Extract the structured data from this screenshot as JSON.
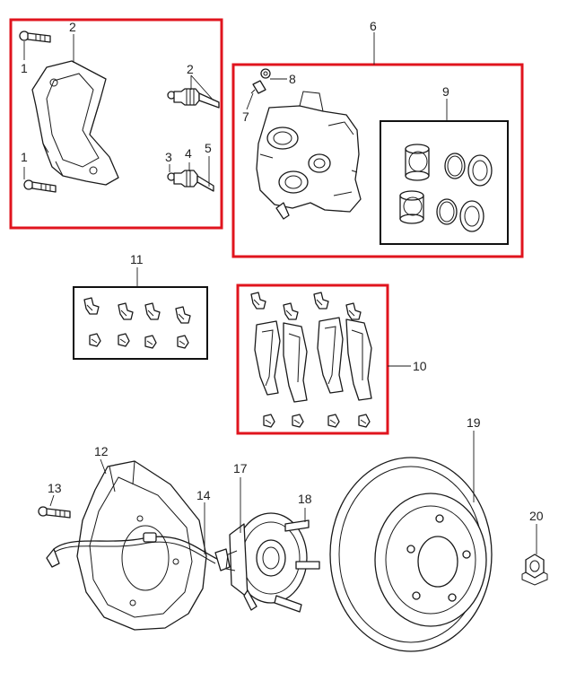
{
  "callouts": {
    "c1a": "1",
    "c1b": "1",
    "c2a": "2",
    "c2b": "2",
    "c3": "3",
    "c4": "4",
    "c5": "5",
    "c6": "6",
    "c7": "7",
    "c8": "8",
    "c9": "9",
    "c10": "10",
    "c11": "11",
    "c12": "12",
    "c13": "13",
    "c14": "14",
    "c17": "17",
    "c18": "18",
    "c19": "19",
    "c20": "20"
  },
  "colors": {
    "highlight_box": "#e0141e",
    "group_box": "#111111",
    "line_art": "#1a1a1a"
  }
}
